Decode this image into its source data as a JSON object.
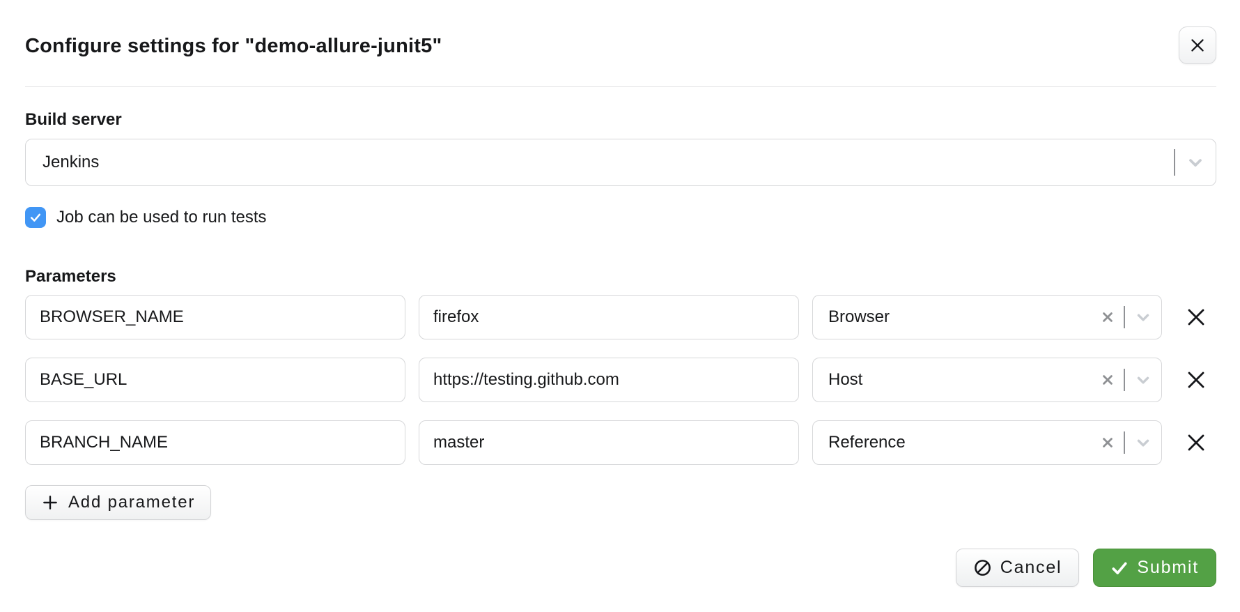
{
  "dialog": {
    "title": "Configure settings for \"demo-allure-junit5\""
  },
  "build_server": {
    "label": "Build server",
    "selected": "Jenkins"
  },
  "job_toggle": {
    "label": "Job can be used to run tests",
    "checked": true
  },
  "parameters": {
    "heading": "Parameters",
    "rows": [
      {
        "name": "BROWSER_NAME",
        "value": "firefox",
        "type": "Browser"
      },
      {
        "name": "BASE_URL",
        "value": "https://testing.github.com",
        "type": "Host"
      },
      {
        "name": "BRANCH_NAME",
        "value": "master",
        "type": "Reference"
      }
    ],
    "add_label": "Add parameter"
  },
  "footer": {
    "cancel": "Cancel",
    "submit": "Submit"
  },
  "colors": {
    "checkbox_blue": "#4196f5",
    "submit_green": "#53a145",
    "input_border": "#d6d7d9"
  }
}
